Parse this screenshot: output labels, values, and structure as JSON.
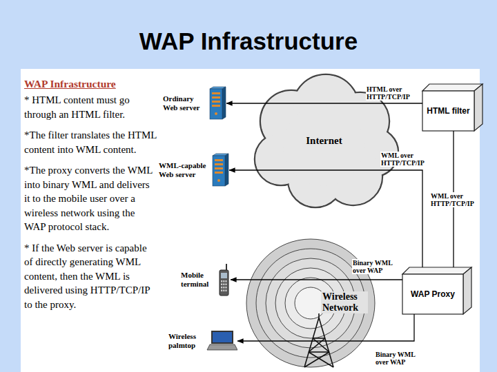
{
  "diagram": {
    "title": "WAP Infrastructure",
    "nodes": [
      {
        "text": [
          "Ordinary Web server"
        ]
      },
      {
        "text": [
          "Internet"
        ]
      },
      {
        "text": [
          "HTML filter"
        ]
      },
      {
        "text": [
          "WML-capable Web server"
        ]
      },
      {
        "text": [
          "Mobile terminal"
        ]
      },
      {
        "text": [
          "Wireless Network"
        ]
      },
      {
        "text": [
          "WAP Proxy"
        ]
      },
      {
        "text": [
          "Wireless palmtop"
        ]
      }
    ],
    "edges": [
      {
        "from": 2,
        "to": 0,
        "arrow": "to",
        "label": "HTML over HTTP/TCP/IP"
      },
      {
        "from": 6,
        "to": 3,
        "arrow": "to",
        "label": "WML over HTTP/TCP/IP"
      },
      {
        "from": 2,
        "to": 6,
        "arrow": "none",
        "label": "WML over HTTP/TCP/IP"
      },
      {
        "from": 6,
        "to": 4,
        "arrow": "to",
        "label": "Binary WML over WAP"
      },
      {
        "from": 6,
        "to": 7,
        "arrow": "to",
        "label": "Binary WML over WAP"
      }
    ],
    "labels": [
      "WAP Infrastructure",
      "* HTML content must go through an HTML filter.",
      "*The filter translates the HTML content into WML content.",
      "*The proxy converts the WML into binary WML and delivers it to the mobile user over a wireless network using the WAP protocol stack.",
      "* If the Web server is capable of directly generating WML content, then the WML is delivered using HTTP/TCP/IP to the proxy."
    ]
  }
}
